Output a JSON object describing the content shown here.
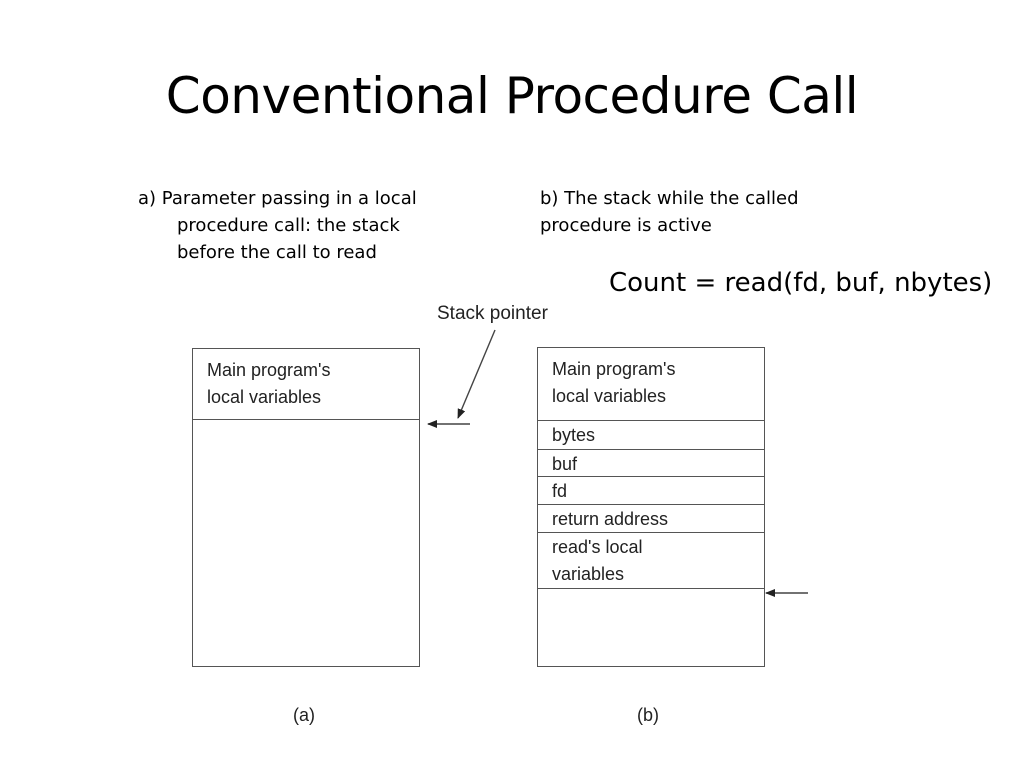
{
  "slide": {
    "title": "Conventional Procedure Call",
    "caption_a": {
      "line1": "a) Parameter passing in a local",
      "line2": "procedure call: the stack",
      "line3": "before the call to read"
    },
    "caption_b": {
      "line1": "b) The stack while the called",
      "line2": "procedure is active"
    },
    "call_expression": "Count = read(fd, buf, nbytes)"
  },
  "diagram": {
    "stack_pointer_label": "Stack pointer",
    "stack_a": {
      "label": "(a)",
      "cells": [
        {
          "line1": "Main program's",
          "line2": "local variables"
        }
      ]
    },
    "stack_b": {
      "label": "(b)",
      "cells": [
        {
          "line1": "Main program's",
          "line2": "local variables"
        },
        {
          "line1": "bytes"
        },
        {
          "line1": "buf"
        },
        {
          "line1": "fd"
        },
        {
          "line1": "return address"
        },
        {
          "line1": "read's local",
          "line2": "variables"
        }
      ]
    },
    "colors": {
      "line": "#555555",
      "text": "#222222",
      "background": "#ffffff"
    }
  }
}
